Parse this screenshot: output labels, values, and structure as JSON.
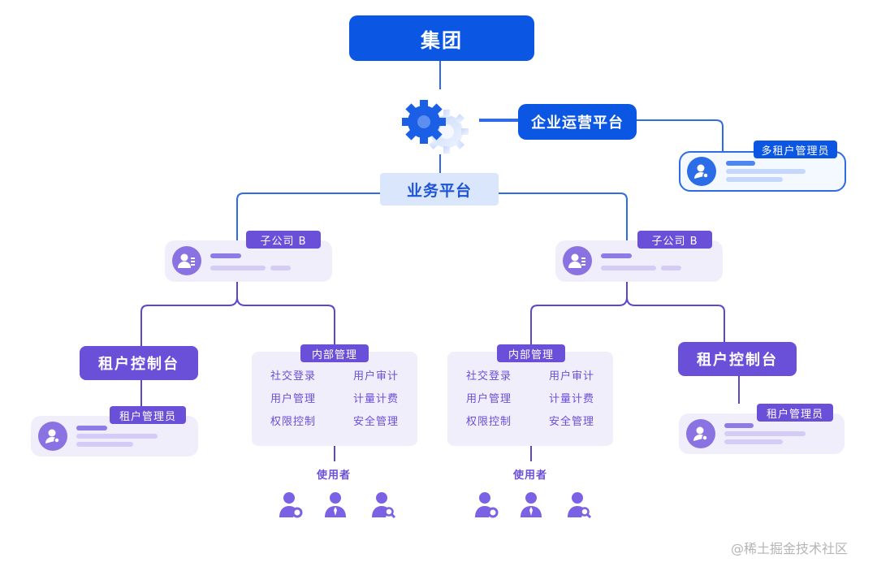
{
  "group": {
    "label": "集团"
  },
  "ops_platform": {
    "label": "企业运营平台"
  },
  "biz_platform": {
    "label": "业务平台"
  },
  "multi_tenant_admin": {
    "label": "多租户管理员"
  },
  "subsidiaries": [
    {
      "label": "子公司 B"
    },
    {
      "label": "子公司 B"
    }
  ],
  "tenant_consoles": [
    {
      "label": "租户控制台",
      "admin_label": "租户管理员"
    },
    {
      "label": "租户控制台",
      "admin_label": "租户管理员"
    }
  ],
  "internal_mgmt": [
    {
      "title": "内部管理",
      "items": [
        "社交登录",
        "用户审计",
        "用户管理",
        "计量计费",
        "权限控制",
        "安全管理"
      ],
      "users_label": "使用者"
    },
    {
      "title": "内部管理",
      "items": [
        "社交登录",
        "用户审计",
        "用户管理",
        "计量计费",
        "权限控制",
        "安全管理"
      ],
      "users_label": "使用者"
    }
  ],
  "user_icons": [
    "user-gear-icon",
    "user-tie-icon",
    "user-search-icon"
  ],
  "watermark": "@稀土掘金技术社区",
  "colors": {
    "primary_blue": "#0b57e3",
    "purple": "#6a4fd9",
    "light_purple": "#f1eefc",
    "light_blue": "#d9e6fb",
    "line_blue": "#2f6be6",
    "line_purple": "#5a48c8"
  }
}
